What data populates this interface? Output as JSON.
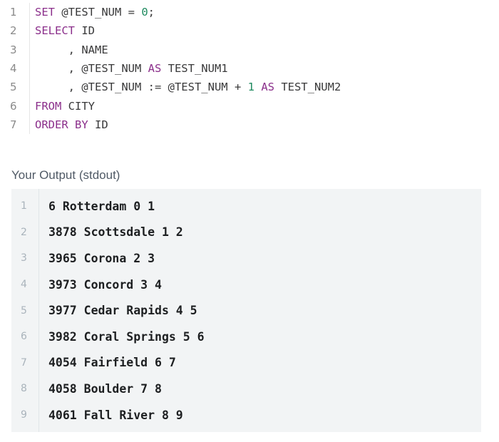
{
  "editor": {
    "lines": [
      {
        "number": "1",
        "tokens": [
          {
            "t": "SET",
            "k": "kw"
          },
          {
            "t": " @TEST_NUM = ",
            "k": ""
          },
          {
            "t": "0",
            "k": "num"
          },
          {
            "t": ";",
            "k": ""
          }
        ]
      },
      {
        "number": "2",
        "tokens": [
          {
            "t": "SELECT",
            "k": "kw"
          },
          {
            "t": " ID",
            "k": ""
          }
        ]
      },
      {
        "number": "3",
        "tokens": [
          {
            "t": "     , NAME",
            "k": ""
          }
        ]
      },
      {
        "number": "4",
        "tokens": [
          {
            "t": "     , @TEST_NUM ",
            "k": ""
          },
          {
            "t": "AS",
            "k": "kw"
          },
          {
            "t": " TEST_NUM1",
            "k": ""
          }
        ]
      },
      {
        "number": "5",
        "tokens": [
          {
            "t": "     , @TEST_NUM := @TEST_NUM + ",
            "k": ""
          },
          {
            "t": "1",
            "k": "num"
          },
          {
            "t": " ",
            "k": ""
          },
          {
            "t": "AS",
            "k": "kw"
          },
          {
            "t": " TEST_NUM2",
            "k": ""
          }
        ]
      },
      {
        "number": "6",
        "tokens": [
          {
            "t": "FROM",
            "k": "kw"
          },
          {
            "t": " CITY",
            "k": ""
          }
        ]
      },
      {
        "number": "7",
        "tokens": [
          {
            "t": "ORDER BY",
            "k": "kw"
          },
          {
            "t": " ID",
            "k": ""
          }
        ]
      }
    ]
  },
  "output": {
    "label": "Your Output (stdout)",
    "lines": [
      {
        "number": "1",
        "text": "6 Rotterdam 0 1"
      },
      {
        "number": "2",
        "text": "3878 Scottsdale 1 2"
      },
      {
        "number": "3",
        "text": "3965 Corona 2 3"
      },
      {
        "number": "4",
        "text": "3973 Concord 3 4"
      },
      {
        "number": "5",
        "text": "3977 Cedar Rapids 4 5"
      },
      {
        "number": "6",
        "text": "3982 Coral Springs 5 6"
      },
      {
        "number": "7",
        "text": "4054 Fairfield 6 7"
      },
      {
        "number": "8",
        "text": "4058 Boulder 7 8"
      },
      {
        "number": "9",
        "text": "4061 Fall River 8 9"
      }
    ]
  },
  "colors": {
    "keyword": "#8b2f8b",
    "number": "#1e8a5f",
    "output_background": "#f2f4f5"
  }
}
